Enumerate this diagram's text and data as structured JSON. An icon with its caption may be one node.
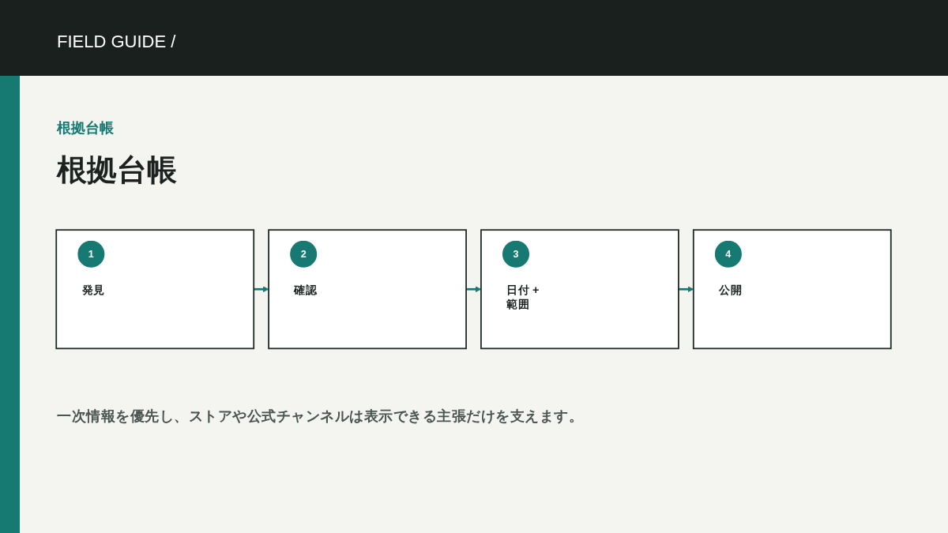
{
  "diagram": {
    "title": "根拠台帳",
    "caption": "一次情報を優先し、ストアや公式チャンネルは表示できる主張だけを支えます。",
    "nodes": [
      {
        "text": [
          "1",
          "発見"
        ]
      },
      {
        "text": [
          "2",
          "確認"
        ]
      },
      {
        "text": [
          "3",
          "日付 + 範囲"
        ]
      },
      {
        "text": [
          "4",
          "公開"
        ]
      }
    ],
    "edges": [
      {
        "from": 0,
        "to": 1,
        "arrow": "to"
      },
      {
        "from": 1,
        "to": 2,
        "arrow": "to"
      },
      {
        "from": 2,
        "to": 3,
        "arrow": "to"
      }
    ],
    "labels": [
      "FIELD GUIDE /",
      "根拠台帳"
    ]
  }
}
